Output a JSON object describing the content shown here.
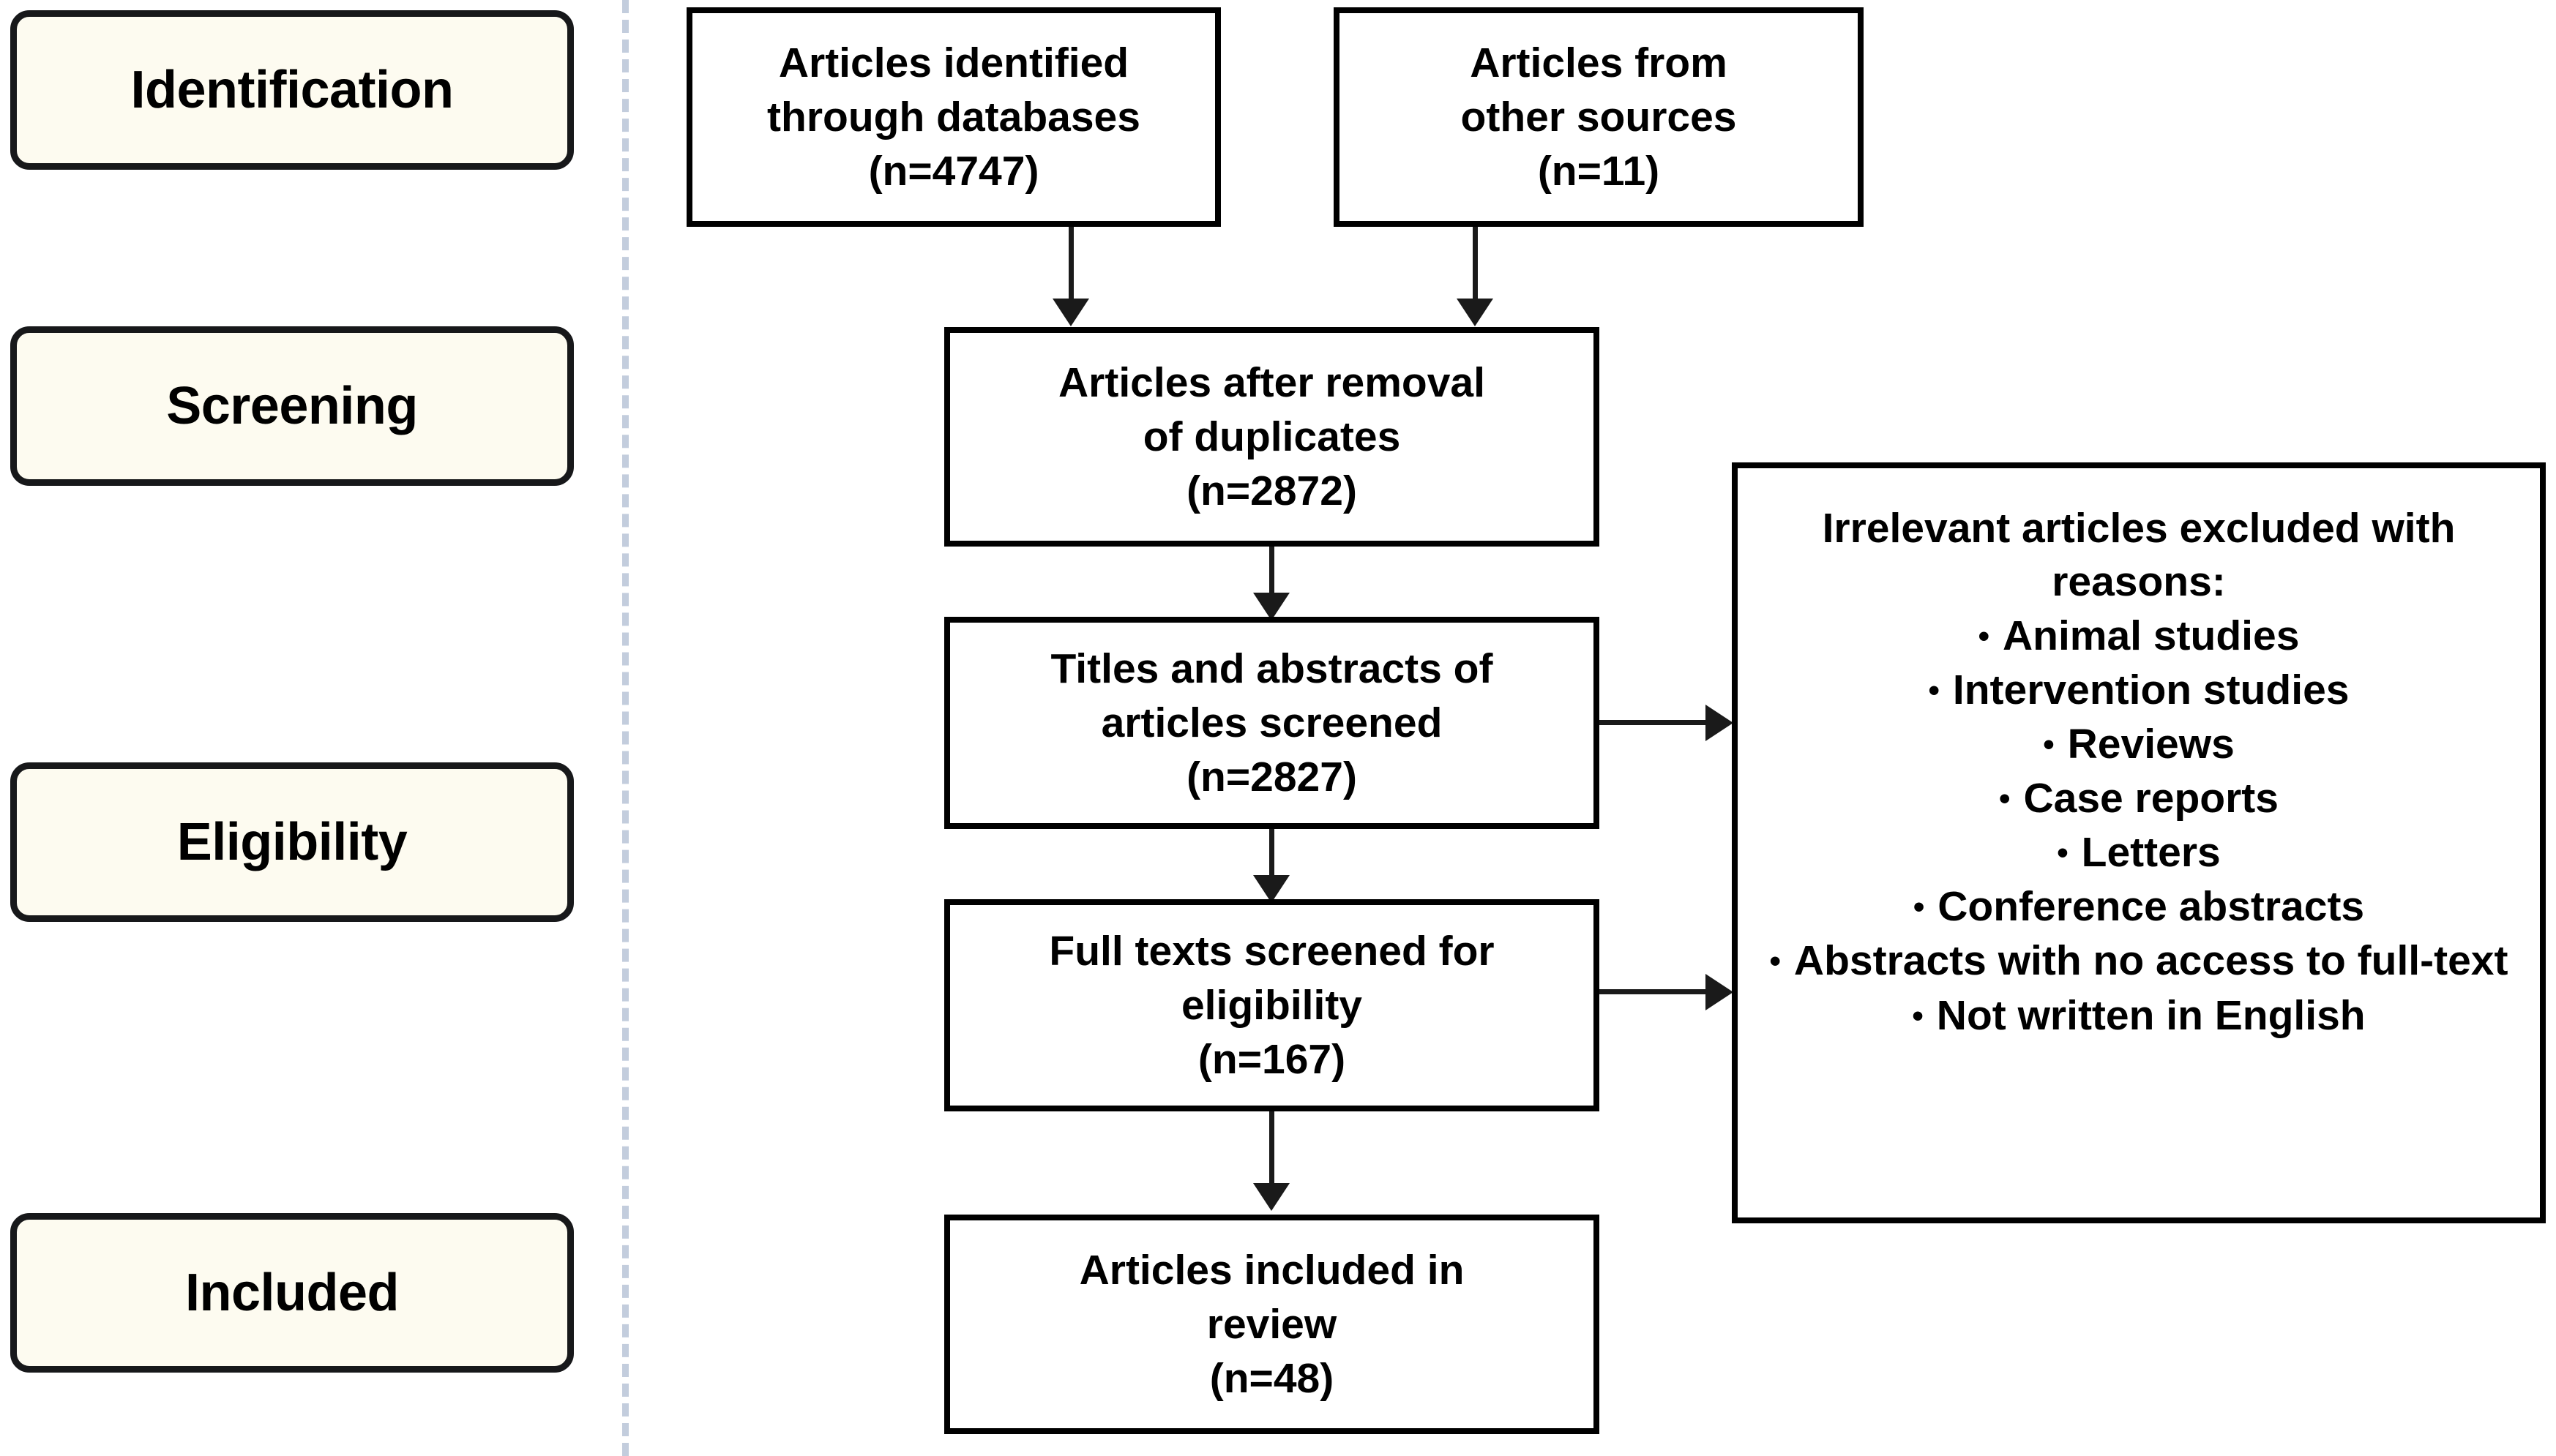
{
  "diagram": {
    "type": "prisma-flow-diagram",
    "colors": {
      "stage_fill": "#fdfbf0",
      "stage_border": "#17181a",
      "box_fill": "#ffffff",
      "box_border": "#000000",
      "divider": "#c3cddd",
      "connector": "#1a1a1a",
      "text": "#000000"
    },
    "stages": [
      {
        "label": "Identification"
      },
      {
        "label": "Screening"
      },
      {
        "label": "Eligibility"
      },
      {
        "label": "Included"
      }
    ],
    "boxes": {
      "identified_databases": {
        "line1": "Articles identified",
        "line2": "through databases",
        "line3": "(n=4747)",
        "count": 4747
      },
      "other_sources": {
        "line1": "Articles from",
        "line2": "other sources",
        "line3": "(n=11)",
        "count": 11
      },
      "after_duplicates": {
        "line1": "Articles after removal",
        "line2": "of duplicates",
        "line3": "(n=2872)",
        "count": 2872
      },
      "titles_abstracts_screened": {
        "line1": "Titles and abstracts of",
        "line2": "articles screened",
        "line3": "(n=2827)",
        "count": 2827
      },
      "full_texts_screened": {
        "line1": "Full texts screened for",
        "line2": "eligibility",
        "line3": "(n=167)",
        "count": 167
      },
      "included_in_review": {
        "line1": "Articles included in",
        "line2": "review",
        "line3": "(n=48)",
        "count": 48
      }
    },
    "exclusion": {
      "title_line1": "Irrelevant articles excluded",
      "title_line2": "with reasons:",
      "bullet_glyph": "•",
      "reasons": [
        {
          "line1": "Animal studies"
        },
        {
          "line1": "Intervention studies"
        },
        {
          "line1": "Reviews"
        },
        {
          "line1": "Case reports"
        },
        {
          "line1": "Letters"
        },
        {
          "line1": "Conference abstracts"
        },
        {
          "line1": "Abstracts with no",
          "line2": "access to full-text"
        },
        {
          "line1": "Not written in English"
        }
      ]
    }
  }
}
